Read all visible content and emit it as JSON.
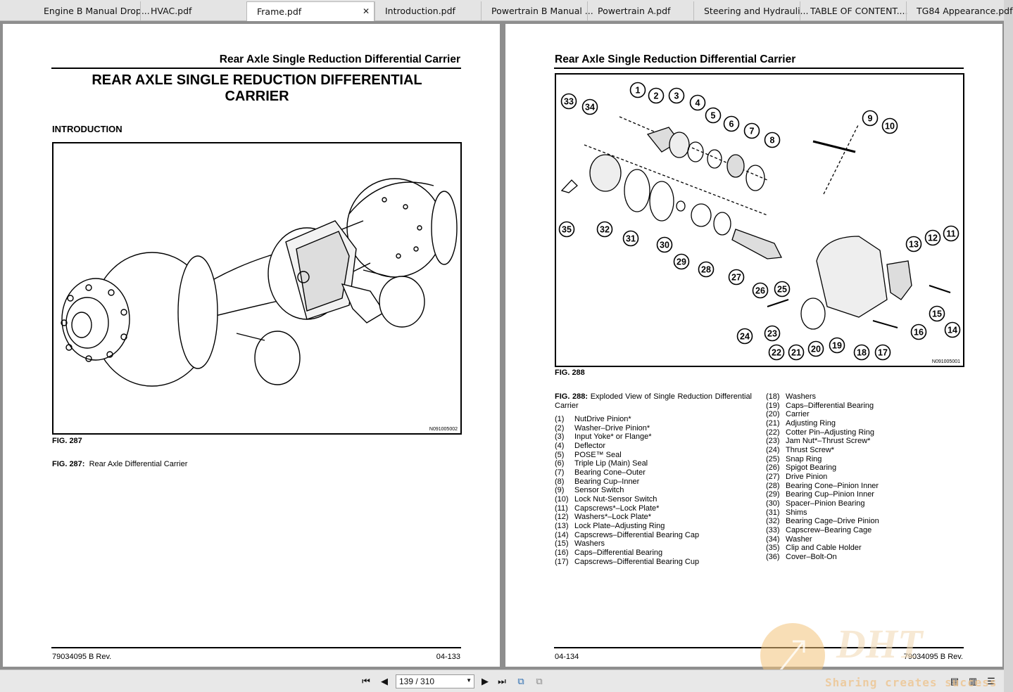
{
  "tabs": [
    {
      "label": "Engine B Manual Drop...",
      "active": false
    },
    {
      "label": "HVAC.pdf",
      "active": false
    },
    {
      "label": "Frame.pdf",
      "active": true
    },
    {
      "label": "Introduction.pdf",
      "active": false
    },
    {
      "label": "Powertrain B Manual ...",
      "active": false
    },
    {
      "label": "Powertrain A.pdf",
      "active": false
    },
    {
      "label": "Steering and Hydrauli...",
      "active": false
    },
    {
      "label": "TABLE OF CONTENT....",
      "active": false
    },
    {
      "label": "TG84 Appearance.pdf",
      "active": false
    }
  ],
  "left_page": {
    "header": "Rear Axle Single Reduction Differential Carrier",
    "title_line1": "REAR AXLE SINGLE REDUCTION DIFFERENTIAL",
    "title_line2": "CARRIER",
    "section": "INTRODUCTION",
    "fig_code": "N091005002",
    "fig_label": "FIG. 287",
    "caption_label": "FIG. 287:",
    "caption_text": "Rear Axle Differential Carrier",
    "footer_left": "79034095 B Rev.",
    "footer_right": "04-133"
  },
  "right_page": {
    "header": "Rear Axle Single Reduction Differential Carrier",
    "fig_code": "N091005001",
    "fig_label": "FIG. 288",
    "caption_label": "FIG. 288:",
    "caption_text": "Exploded View of Single Reduction Differential Carrier",
    "legend_col1": [
      {
        "num": "(1)",
        "text": "NutDrive Pinion*"
      },
      {
        "num": "(2)",
        "text": "Washer–Drive Pinion*"
      },
      {
        "num": "(3)",
        "text": "Input Yoke* or Flange*"
      },
      {
        "num": "(4)",
        "text": "Deflector"
      },
      {
        "num": "(5)",
        "text": "POSE™ Seal"
      },
      {
        "num": "(6)",
        "text": "Triple Lip (Main) Seal"
      },
      {
        "num": "(7)",
        "text": "Bearing Cone–Outer"
      },
      {
        "num": "(8)",
        "text": "Bearing Cup–Inner"
      },
      {
        "num": "(9)",
        "text": "Sensor Switch"
      },
      {
        "num": "(10)",
        "text": "Lock Nut-Sensor Switch"
      },
      {
        "num": "(11)",
        "text": "Capscrews*–Lock Plate*"
      },
      {
        "num": "(12)",
        "text": "Washers*–Lock Plate*"
      },
      {
        "num": "(13)",
        "text": "Lock Plate–Adjusting Ring"
      },
      {
        "num": "(14)",
        "text": "Capscrews–Differential Bearing Cap"
      },
      {
        "num": "(15)",
        "text": "Washers"
      },
      {
        "num": "(16)",
        "text": "Caps–Differential Bearing"
      },
      {
        "num": "(17)",
        "text": "Capscrews–Differential Bearing Cup"
      }
    ],
    "legend_col2": [
      {
        "num": "(18)",
        "text": "Washers"
      },
      {
        "num": "(19)",
        "text": "Caps–Differential Bearing"
      },
      {
        "num": "(20)",
        "text": "Carrier"
      },
      {
        "num": "(21)",
        "text": "Adjusting Ring"
      },
      {
        "num": "(22)",
        "text": "Cotter Pin–Adjusting Ring"
      },
      {
        "num": "(23)",
        "text": "Jam Nut*–Thrust Screw*"
      },
      {
        "num": "(24)",
        "text": "Thrust Screw*"
      },
      {
        "num": "(25)",
        "text": "Snap Ring"
      },
      {
        "num": "(26)",
        "text": "Spigot Bearing"
      },
      {
        "num": "(27)",
        "text": "Drive Pinion"
      },
      {
        "num": "(28)",
        "text": "Bearing Cone–Pinion Inner"
      },
      {
        "num": "(29)",
        "text": "Bearing Cup–Pinion Inner"
      },
      {
        "num": "(30)",
        "text": "Spacer–Pinion Bearing"
      },
      {
        "num": "(31)",
        "text": "Shims"
      },
      {
        "num": "(32)",
        "text": "Bearing Cage–Drive Pinion"
      },
      {
        "num": "(33)",
        "text": "Capscrew–Bearing Cage"
      },
      {
        "num": "(34)",
        "text": "Washer"
      },
      {
        "num": "(35)",
        "text": "Clip and Cable Holder"
      },
      {
        "num": "(36)",
        "text": "Cover–Bolt-On"
      }
    ],
    "callouts": [
      "1",
      "2",
      "3",
      "4",
      "5",
      "6",
      "7",
      "8",
      "9",
      "10",
      "11",
      "12",
      "13",
      "14",
      "15",
      "16",
      "17",
      "18",
      "19",
      "20",
      "21",
      "22",
      "23",
      "24",
      "25",
      "26",
      "27",
      "28",
      "29",
      "30",
      "31",
      "32",
      "33",
      "34",
      "35"
    ],
    "footer_left": "04-134",
    "footer_right": "79034095 B Rev."
  },
  "toolbar": {
    "page_indicator": "139 / 310"
  },
  "watermark": {
    "logo_text": "DHT",
    "tagline": "Sharing creates success"
  },
  "icons": {
    "first": "first-page-icon",
    "prev": "prev-page-icon",
    "next": "next-page-icon",
    "last": "last-page-icon"
  }
}
